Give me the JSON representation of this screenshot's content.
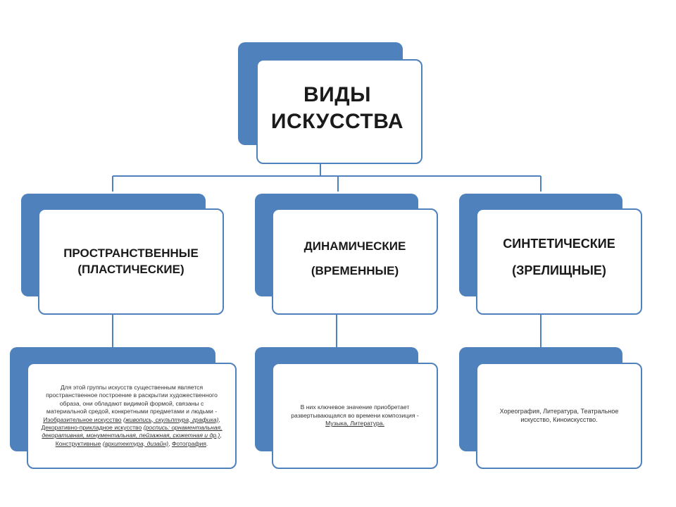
{
  "root": {
    "line1": "ВИДЫ",
    "line2": "ИСКУССТВА"
  },
  "categories": [
    {
      "line1": "ПРОСТРАНСТВЕННЫЕ",
      "line2": "(ПЛАСТИЧЕСКИЕ)"
    },
    {
      "line1": "ДИНАМИЧЕСКИЕ",
      "line2": "(ВРЕМЕННЫЕ)"
    },
    {
      "line1": "СИНТЕТИЧЕСКИЕ",
      "line2": "(ЗРЕЛИЩНЫЕ)"
    }
  ],
  "descriptions": {
    "spatial": {
      "intro": "Для этой группы искусств существенным является пространственное построение в раскрытии художественного образа, они обладают видимой формой, связаны с материальной средой, конкретными предметами и людьми - ",
      "fine_art": "Изобразительное искусство",
      "fine_art_kinds": "(живопись, скульптура, графика)",
      "sep1": ", ",
      "decorative": "Декоративно-прикладное искусство",
      "decorative_kinds": "(роспись: орнаментальная, декоративная, монументальная, пейзажная, сюжетная и др.)",
      "sep2": ", ",
      "constructive": "Конструктивные",
      "constructive_kinds": "(архитектура, дизайн)",
      "sep3": ", ",
      "photo": "Фотография",
      "end": "."
    },
    "dynamic": {
      "intro": "В них ключевое значение приобретает развертывающаяся во времени композиция - ",
      "examples": "Музыка, Литература."
    },
    "synthetic": {
      "text": "Хореография, Литература, Театральное искусство, Киноискусство."
    }
  }
}
